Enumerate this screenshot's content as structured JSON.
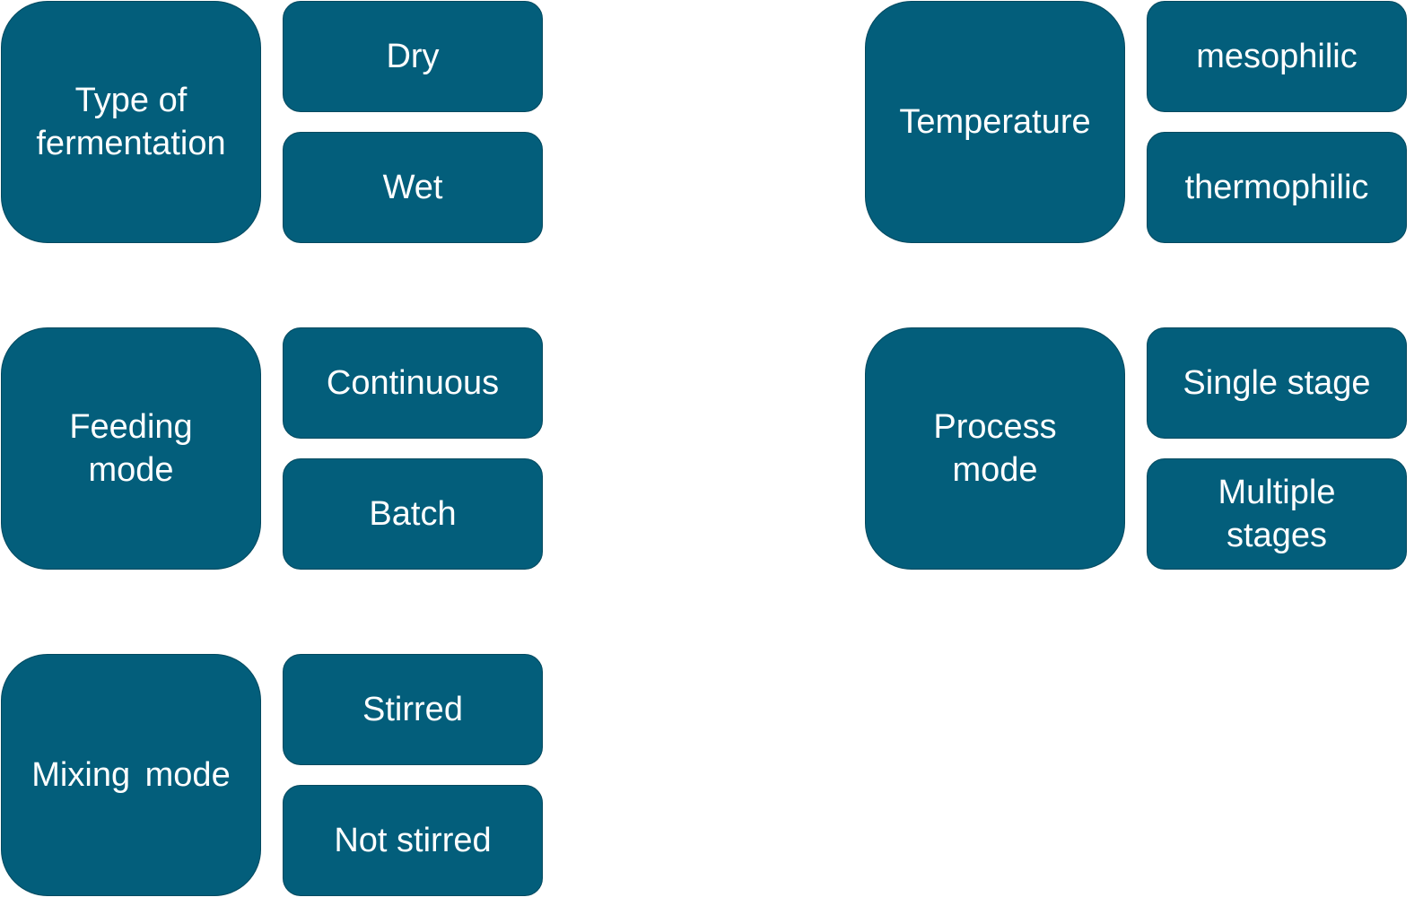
{
  "diagram": {
    "colors": {
      "box_fill": "#035e7b",
      "box_border": "#02495f",
      "text": "#ffffff",
      "background": "#ffffff"
    },
    "groups": [
      {
        "category": "Type of\nfermentation",
        "options": [
          "Dry",
          "Wet"
        ]
      },
      {
        "category": "Temperature",
        "options": [
          "mesophilic",
          "thermophilic"
        ]
      },
      {
        "category": "Feeding\nmode",
        "options": [
          "Continuous",
          "Batch"
        ]
      },
      {
        "category": "Process\nmode",
        "options": [
          "Single stage",
          "Multiple\nstages"
        ]
      },
      {
        "category": "Mixing mode",
        "options": [
          "Stirred",
          "Not stirred"
        ]
      }
    ]
  }
}
